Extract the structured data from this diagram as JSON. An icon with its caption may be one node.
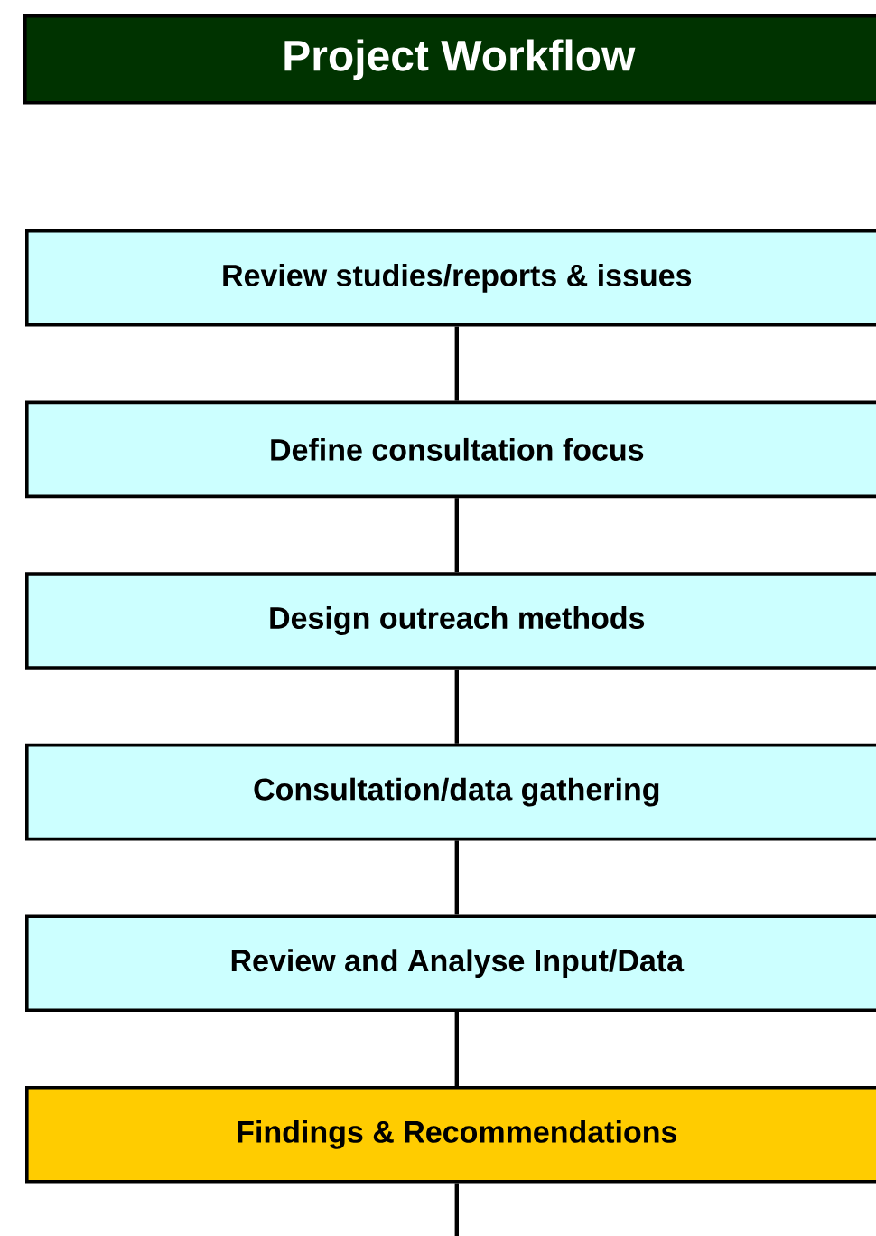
{
  "diagram": {
    "title": "Project Workflow",
    "nodes": [
      {
        "text": [
          "Review studies/reports & issues"
        ]
      },
      {
        "text": [
          "Define consultation focus"
        ]
      },
      {
        "text": [
          "Design outreach methods"
        ]
      },
      {
        "text": [
          "Consultation/data gathering"
        ]
      },
      {
        "text": [
          "Review and Analyse Input/Data"
        ]
      },
      {
        "text": [
          "Findings & Recommendations"
        ]
      }
    ],
    "edges": [
      {
        "from": 0,
        "to": 1,
        "arrow": "none"
      },
      {
        "from": 1,
        "to": 2,
        "arrow": "none"
      },
      {
        "from": 2,
        "to": 3,
        "arrow": "none"
      },
      {
        "from": 3,
        "to": 4,
        "arrow": "none"
      },
      {
        "from": 4,
        "to": 5,
        "arrow": "none"
      },
      {
        "from": 5,
        "to": null,
        "arrow": "none"
      }
    ]
  }
}
